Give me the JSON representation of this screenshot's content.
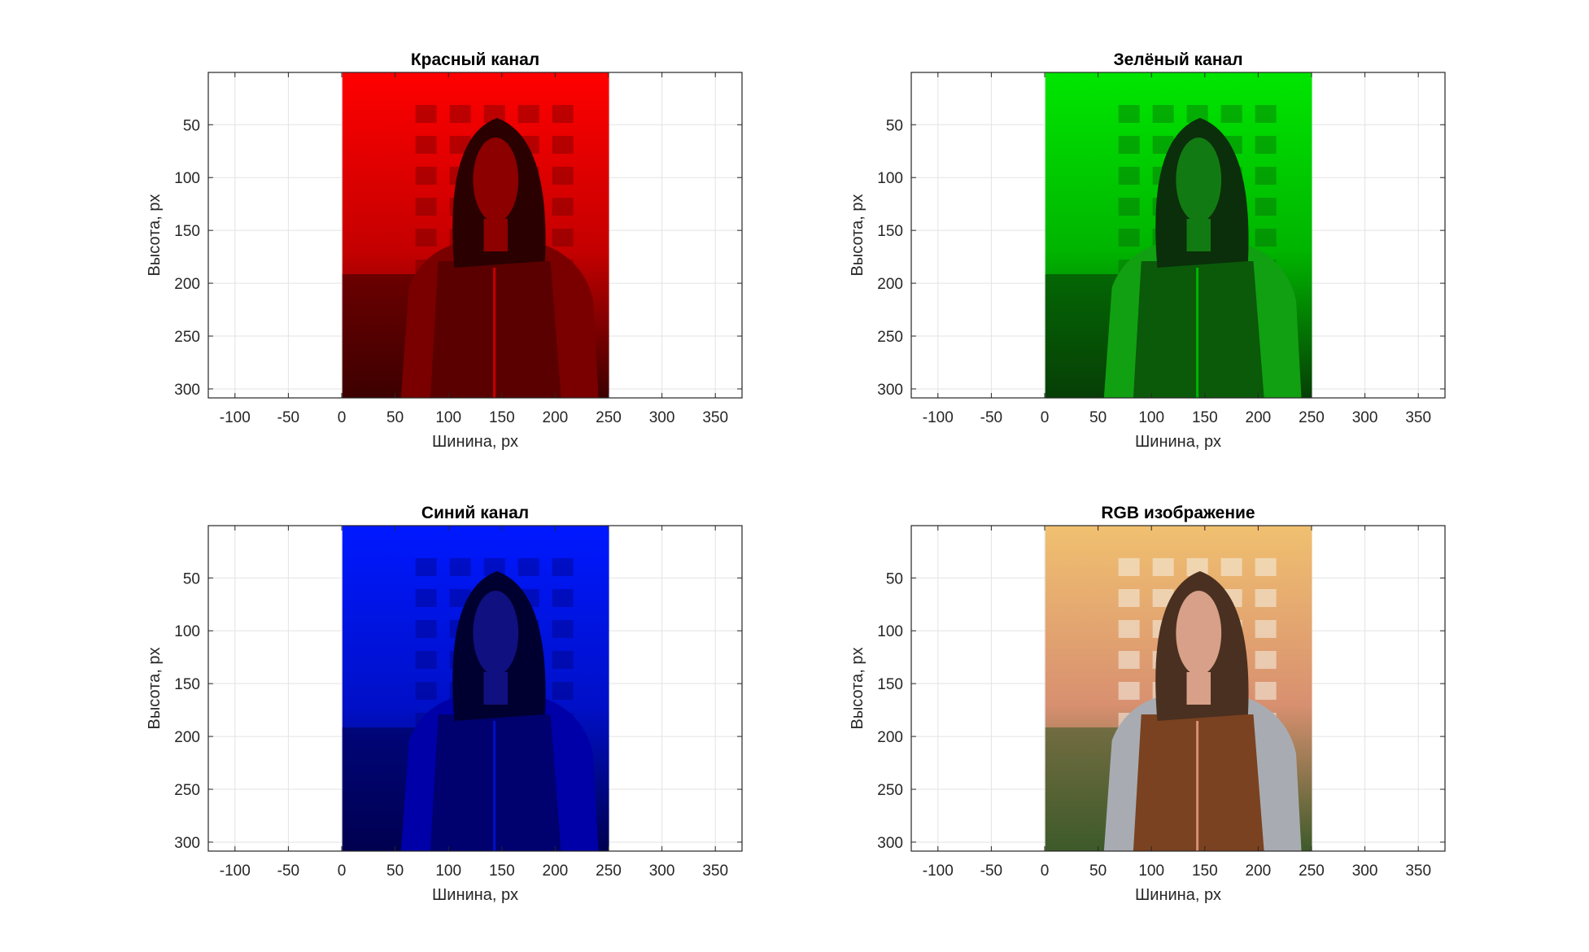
{
  "colors": {
    "red_channel": "#ff0000",
    "green_channel": "#00ff00",
    "blue_channel": "#0000ff",
    "grid": "#e3e3e3",
    "axes": "#262626"
  },
  "chart_data": [
    {
      "type": "image",
      "title": "Красный канал",
      "xlabel": "Шинина, px",
      "ylabel": "Высота, px",
      "channel": "red",
      "xlim": [
        -125,
        375
      ],
      "ylim": [
        0.5,
        308.5
      ],
      "y_reversed": true,
      "xticks": [
        -100,
        -50,
        0,
        50,
        100,
        150,
        200,
        250,
        300,
        350
      ],
      "xtick_labels": [
        "-100",
        "-50",
        "0",
        "50",
        "100",
        "150",
        "200",
        "250",
        "300",
        "350"
      ],
      "yticks": [
        50,
        100,
        150,
        200,
        250,
        300
      ],
      "ytick_labels": [
        "50",
        "100",
        "150",
        "200",
        "250",
        "300"
      ],
      "image_extent_x": [
        0.5,
        250.5
      ],
      "image_extent_y": [
        0.5,
        308.5
      ],
      "grid": true
    },
    {
      "type": "image",
      "title": "Зелёный канал",
      "xlabel": "Шинина, px",
      "ylabel": "Высота, px",
      "channel": "green",
      "xlim": [
        -125,
        375
      ],
      "ylim": [
        0.5,
        308.5
      ],
      "y_reversed": true,
      "xticks": [
        -100,
        -50,
        0,
        50,
        100,
        150,
        200,
        250,
        300,
        350
      ],
      "xtick_labels": [
        "-100",
        "-50",
        "0",
        "50",
        "100",
        "150",
        "200",
        "250",
        "300",
        "350"
      ],
      "yticks": [
        50,
        100,
        150,
        200,
        250,
        300
      ],
      "ytick_labels": [
        "50",
        "100",
        "150",
        "200",
        "250",
        "300"
      ],
      "image_extent_x": [
        0.5,
        250.5
      ],
      "image_extent_y": [
        0.5,
        308.5
      ],
      "grid": true
    },
    {
      "type": "image",
      "title": "Синий канал",
      "xlabel": "Шинина, px",
      "ylabel": "Высота, px",
      "channel": "blue",
      "xlim": [
        -125,
        375
      ],
      "ylim": [
        0.5,
        308.5
      ],
      "y_reversed": true,
      "xticks": [
        -100,
        -50,
        0,
        50,
        100,
        150,
        200,
        250,
        300,
        350
      ],
      "xtick_labels": [
        "-100",
        "-50",
        "0",
        "50",
        "100",
        "150",
        "200",
        "250",
        "300",
        "350"
      ],
      "yticks": [
        50,
        100,
        150,
        200,
        250,
        300
      ],
      "ytick_labels": [
        "50",
        "100",
        "150",
        "200",
        "250",
        "300"
      ],
      "image_extent_x": [
        0.5,
        250.5
      ],
      "image_extent_y": [
        0.5,
        308.5
      ],
      "grid": true
    },
    {
      "type": "image",
      "title": "RGB изображение",
      "xlabel": "Шинина, px",
      "ylabel": "Высота, px",
      "channel": "rgb",
      "xlim": [
        -125,
        375
      ],
      "ylim": [
        0.5,
        308.5
      ],
      "y_reversed": true,
      "xticks": [
        -100,
        -50,
        0,
        50,
        100,
        150,
        200,
        250,
        300,
        350
      ],
      "xtick_labels": [
        "-100",
        "-50",
        "0",
        "50",
        "100",
        "150",
        "200",
        "250",
        "300",
        "350"
      ],
      "yticks": [
        50,
        100,
        150,
        200,
        250,
        300
      ],
      "ytick_labels": [
        "50",
        "100",
        "150",
        "200",
        "250",
        "300"
      ],
      "image_extent_x": [
        0.5,
        250.5
      ],
      "image_extent_y": [
        0.5,
        308.5
      ],
      "grid": true
    }
  ]
}
